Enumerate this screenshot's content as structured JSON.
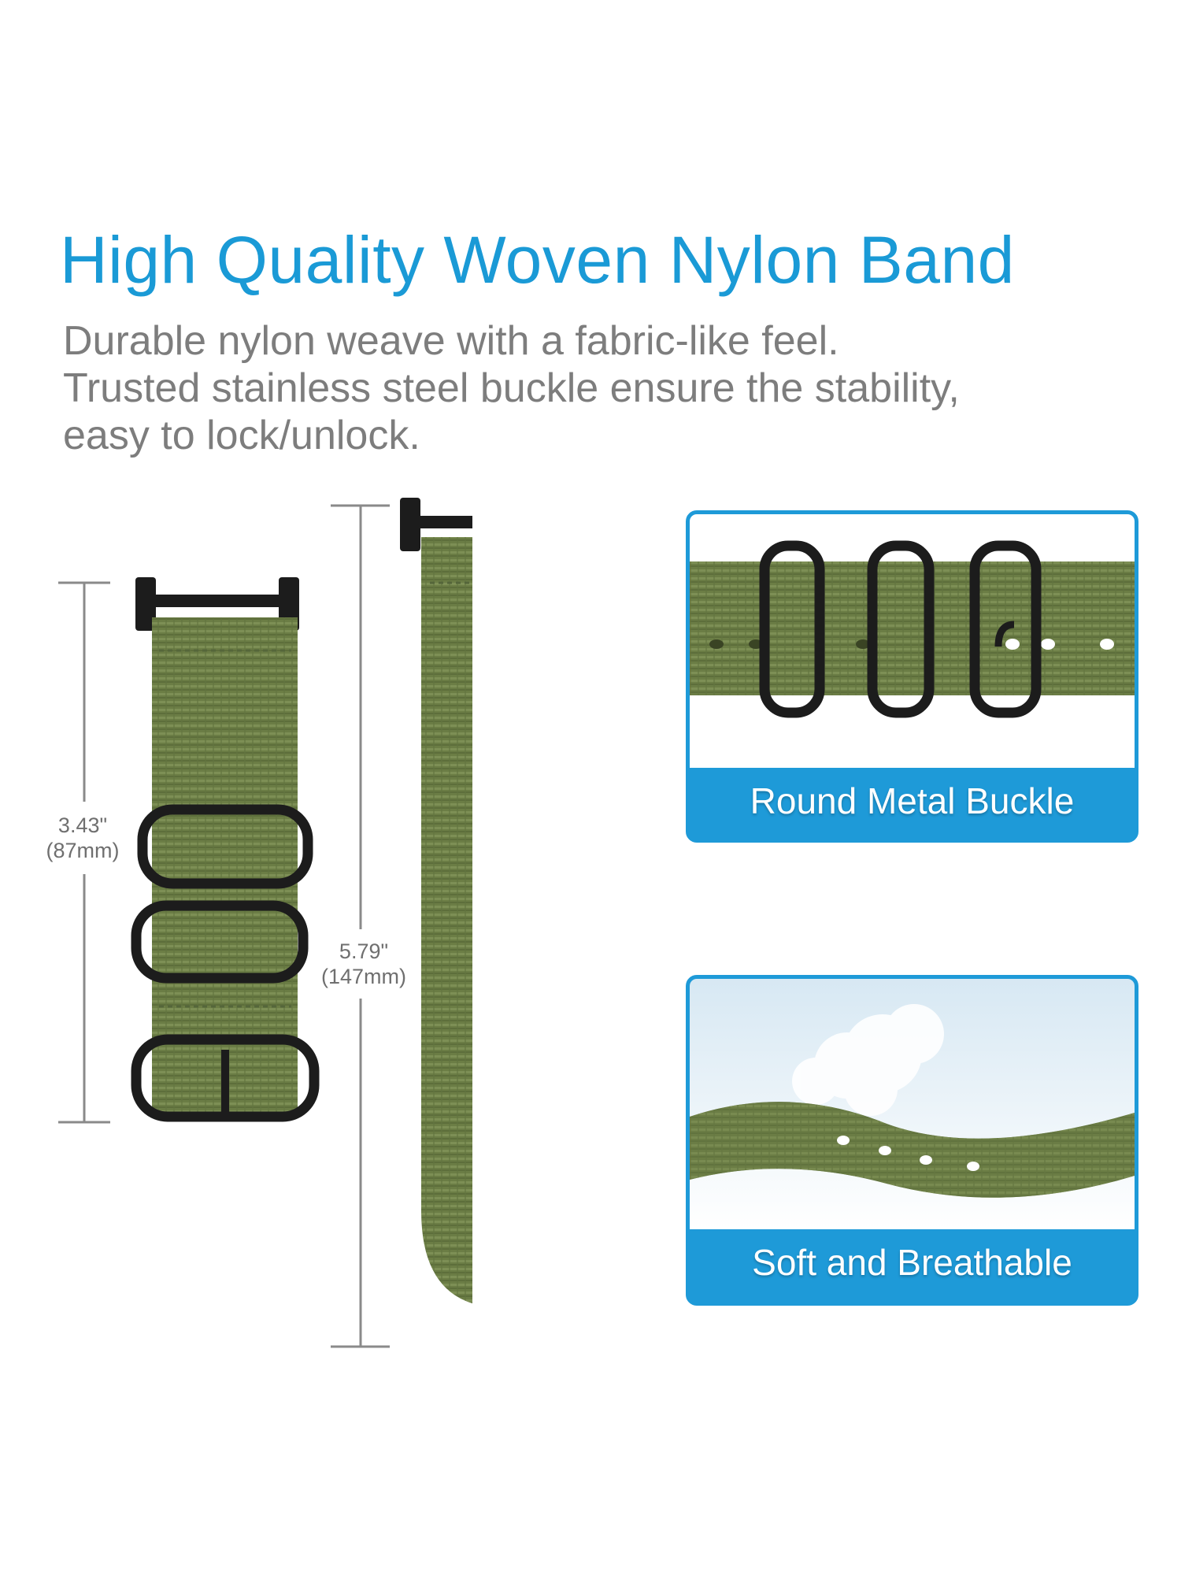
{
  "header": {
    "title": "High Quality Woven Nylon Band",
    "description_lines": [
      "Durable nylon weave with a fabric-like feel.",
      "Trusted stainless steel buckle ensure the stability,",
      "easy to lock/unlock."
    ]
  },
  "dimensions": {
    "short_strap": {
      "inches": "3.43\"",
      "mm": "(87mm)"
    },
    "long_strap": {
      "inches": "5.79\"",
      "mm": "(147mm)"
    }
  },
  "features": [
    {
      "label": "Round Metal Buckle"
    },
    {
      "label": "Soft and Breathable"
    }
  ],
  "colors": {
    "title": "#1a9ad6",
    "text": "#7d7d7d",
    "accent_blue": "#1e9ad8",
    "strap_green": "#6b7d45",
    "hardware_black": "#1c1c1c"
  }
}
